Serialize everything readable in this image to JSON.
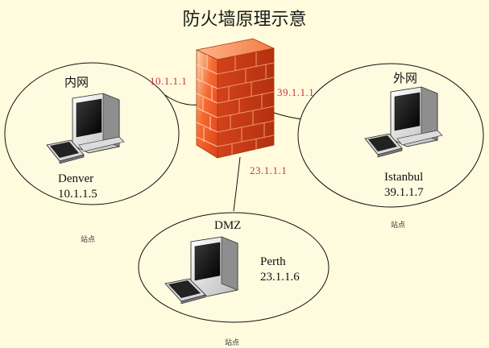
{
  "title": "防火墙原理示意",
  "zones": {
    "inner": {
      "name": "内网",
      "host": "Denver",
      "ip": "10.1.1.5"
    },
    "outer": {
      "name": "外网",
      "host": "Istanbul",
      "ip": "39.1.1.7"
    },
    "dmz": {
      "name": "DMZ",
      "host": "Perth",
      "ip": "23.1.1.6"
    }
  },
  "firewall": {
    "left_ip": "10.1.1.1",
    "right_ip": "39.1.1.1",
    "bottom_ip": "23.1.1.1"
  },
  "site_labels": [
    "站点",
    "站点",
    "站点"
  ],
  "colors": {
    "background": "#fffbdc",
    "zone_fill": "#fffbe0",
    "firewall_brick": "#f05a2a",
    "interface_ip": "#c0334d"
  },
  "icons": [
    "computer-icon",
    "firewall-icon",
    "keyboard-icon"
  ]
}
